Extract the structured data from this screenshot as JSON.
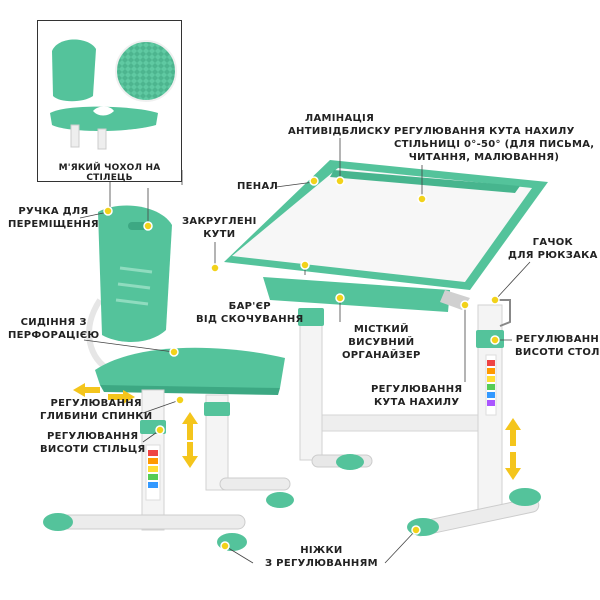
{
  "colors": {
    "accent": "#54c39b",
    "accent_dark": "#3da883",
    "frame": "#f0f0f0",
    "dot": "#f2d21a",
    "arrow": "#f4c51c"
  },
  "inset": {
    "caption": "М'ЯКИЙ ЧОХОЛ НА СТІЛЕЦЬ"
  },
  "labels": {
    "lamination": [
      "ЛАМІНАЦІЯ",
      "АНТИВІДБЛИСКУ"
    ],
    "tilt_range": [
      "РЕГУЛЮВАННЯ КУТА НАХИЛУ",
      "СТІЛЬНИЦІ 0°-50° (ДЛЯ ПИСЬМА,",
      "ЧИТАННЯ, МАЛЮВАННЯ)"
    ],
    "pencil_case": [
      "ПЕНАЛ"
    ],
    "handle": [
      "РУЧКА ДЛЯ",
      "ПЕРЕМІЩЕННЯ"
    ],
    "rounded_corners": [
      "ЗАКРУГЛЕНІ",
      "КУТИ"
    ],
    "backpack_hook": [
      "ГАЧОК",
      "ДЛЯ РЮКЗАКА"
    ],
    "perforated_seat": [
      "СИДІННЯ З",
      "ПЕРФОРАЦІЄЮ"
    ],
    "slide_barrier": [
      "БАР'ЄР",
      "ВІД СКОЧУВАННЯ"
    ],
    "organizer": [
      "МІСТКИЙ",
      "ВИСУВНИЙ",
      "ОРГАНАЙЗЕР"
    ],
    "desk_height": [
      "РЕГУЛЮВАННЯ",
      "ВИСОТИ СТОЛУ"
    ],
    "tilt_adjust": [
      "РЕГУЛЮВАННЯ",
      "КУТА НАХИЛУ"
    ],
    "back_depth": [
      "РЕГУЛЮВАННЯ",
      "ГЛИБИНИ СПИНКИ"
    ],
    "chair_height": [
      "РЕГУЛЮВАННЯ",
      "ВИСОТИ СТІЛЬЦЯ"
    ],
    "adjustable_feet": [
      "НІЖКИ",
      "З РЕГУЛЮВАННЯМ"
    ]
  }
}
